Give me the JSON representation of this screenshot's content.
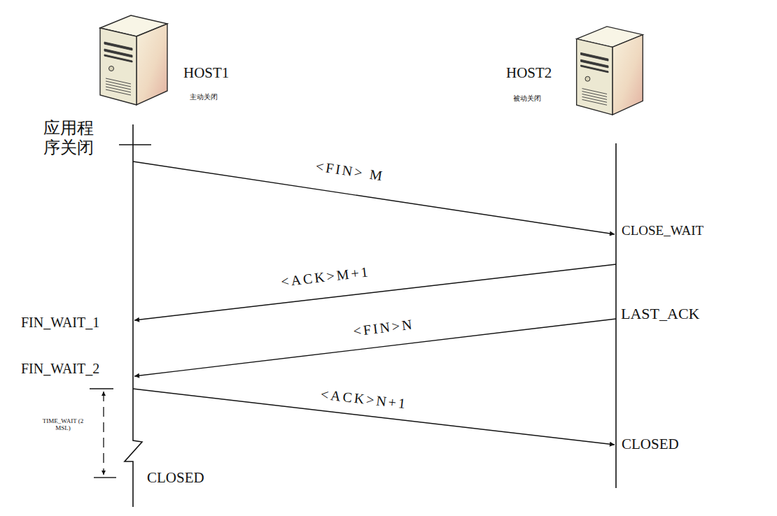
{
  "diagram": {
    "nodes": [
      {
        "text": [
          "HOST1",
          "主动关闭"
        ]
      },
      {
        "text": [
          "HOST2",
          "被动关闭"
        ]
      }
    ],
    "labels": [
      "应用程序关闭",
      "<FIN> M",
      "CLOSE_WAIT",
      "<ACK>M+1",
      "FIN_WAIT_1",
      "LAST_ACK",
      "<FIN>N",
      "FIN_WAIT_2",
      "TIME_WAIT (2MSL)",
      "<ACK>N+1",
      "CLOSED",
      "CLOSED"
    ]
  }
}
